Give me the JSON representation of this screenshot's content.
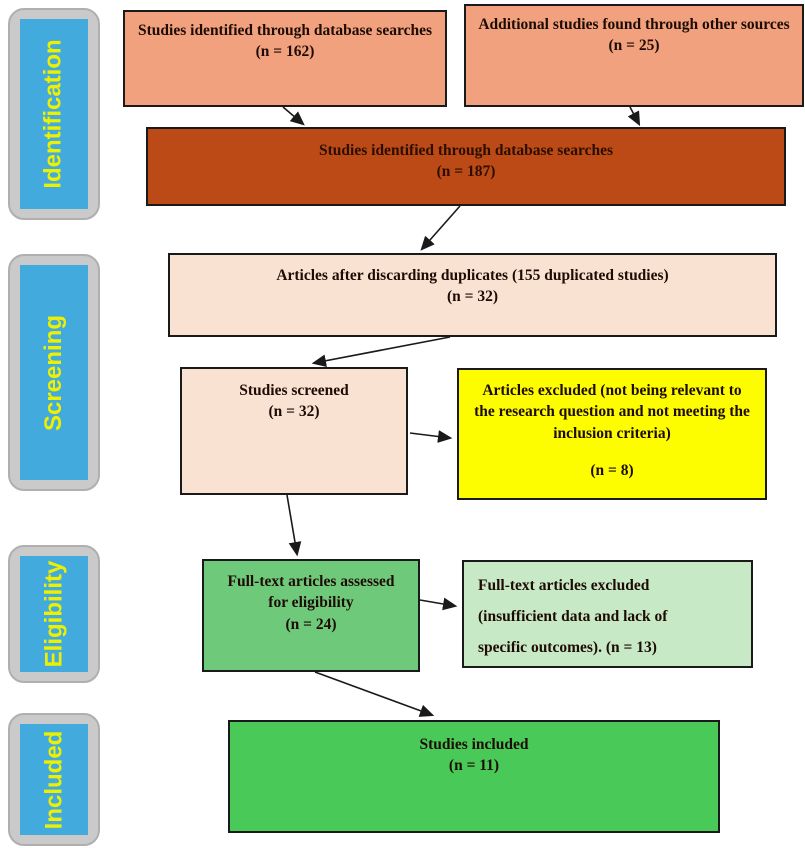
{
  "stages": {
    "identification": "Identification",
    "screening": "Screening",
    "eligibility": "Eligibility",
    "included": "Included"
  },
  "boxes": {
    "identified_db": {
      "text": "Studies identified through database searches",
      "count": "(n = 162)"
    },
    "additional": {
      "text": "Additional studies found through other sources",
      "count": "(n = 25)"
    },
    "combined": {
      "text": "Studies identified through database searches",
      "count": "(n = 187)"
    },
    "deduplicated": {
      "text": "Articles after discarding duplicates (155 duplicated studies)",
      "count": "(n = 32)"
    },
    "screened": {
      "text": "Studies screened",
      "count": "(n = 32)"
    },
    "excluded_screening": {
      "text": "Articles excluded (not being relevant to the research question and not meeting the inclusion criteria)",
      "count": "(n = 8)"
    },
    "fulltext_assessed": {
      "text": "Full-text articles assessed for eligibility",
      "count": "(n = 24)"
    },
    "fulltext_excluded": {
      "line1": "Full-text articles excluded",
      "line2": "(insufficient data and lack of",
      "line3": "specific outcomes).  (n = 13)"
    },
    "included_studies": {
      "text": "Studies included",
      "count": "(n = 11)"
    }
  },
  "colors": {
    "salmon": "#F1A17D",
    "brown": "#BB4A16",
    "light_pink": "#FAE2D3",
    "yellow": "#FDFD00",
    "medium_green": "#6FC97B",
    "pale_green": "#C8E9C6",
    "bright_green": "#48C958",
    "stage_blue": "#42AADD",
    "stage_text_yellow": "#EDF000",
    "frame_gray": "#CACACA",
    "frame_border": "#AFAFAF",
    "box_border": "#1A1A1A",
    "text_dark": "#1D0C04",
    "text_on_brown": "#2B0E00"
  }
}
